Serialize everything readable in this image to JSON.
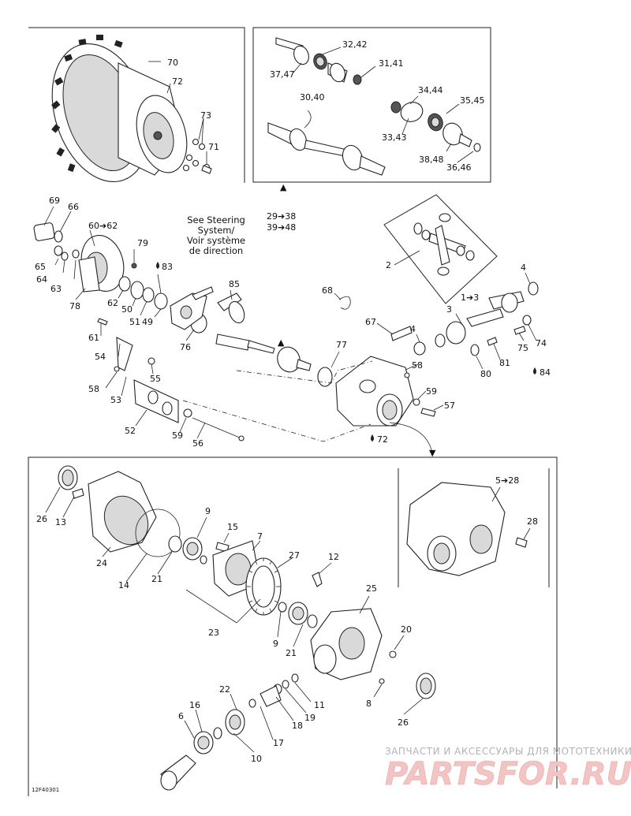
{
  "diagram": {
    "panels": {
      "wheel": {
        "labels": [
          "70",
          "72",
          "73",
          "71"
        ]
      },
      "drive_shafts": {
        "labels": [
          "32,42",
          "37,47",
          "31,41",
          "30,40",
          "34,44",
          "35,45",
          "33,43",
          "38,48",
          "36,46"
        ]
      },
      "steering_note": {
        "line1": "See Steering",
        "line2": "System/",
        "line3": "Voir système",
        "line4": "de direction"
      },
      "ranges": {
        "r1": "29➔38",
        "r2": "39➔48",
        "r3": "60➔62",
        "r4": "1➔3",
        "r5": "5➔28"
      },
      "lube_refs": [
        "83",
        "84",
        "72"
      ],
      "knuckle_labels": [
        "69",
        "66",
        "65",
        "64",
        "63",
        "78",
        "79",
        "62",
        "50",
        "51",
        "49",
        "76",
        "85",
        "61",
        "54",
        "58",
        "53",
        "55",
        "52",
        "59",
        "56"
      ],
      "propshaft_labels": [
        "2",
        "4",
        "3",
        "68",
        "67",
        "77",
        "74",
        "75",
        "81",
        "80",
        "58",
        "59",
        "57"
      ],
      "differential_labels": [
        "26",
        "13",
        "24",
        "14",
        "21",
        "9",
        "15",
        "7",
        "27",
        "12",
        "23",
        "9",
        "21",
        "25",
        "20",
        "8",
        "11",
        "19",
        "18",
        "17",
        "22",
        "16",
        "6",
        "10",
        "26",
        "28"
      ]
    },
    "code": "12F40301"
  },
  "watermark": {
    "top_line": "ЗАПЧАСТИ И АКСЕССУАРЫ ДЛЯ МОТОТЕХНИКИ",
    "brand": "PARTSFOR.RU"
  }
}
